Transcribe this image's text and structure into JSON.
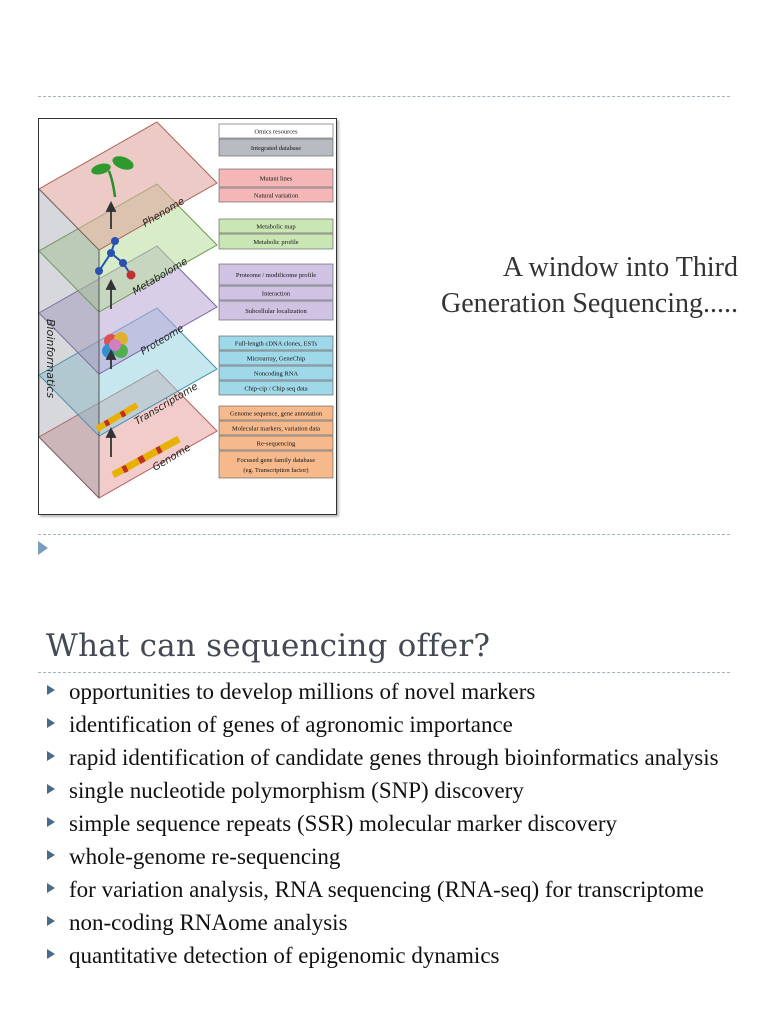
{
  "slide1": {
    "title_line1": "A window into Third",
    "title_line2": "Generation Sequencing.....",
    "figure": {
      "layers": [
        "Phenome",
        "Metabolome",
        "Proteome",
        "Transcriptome",
        "Genome"
      ],
      "side_label": "Bioinformatics",
      "legend": [
        {
          "label": "Omics resources",
          "color": "#ffffff"
        },
        {
          "label": "Integrated database",
          "color": "#b8bcc2"
        },
        {
          "label": "Mutant lines",
          "color": "#f4b6b6"
        },
        {
          "label": "Natural variation",
          "color": "#f4b6b6"
        },
        {
          "label": "Metabolic map",
          "color": "#cbe6b5"
        },
        {
          "label": "Metabolic profile",
          "color": "#cbe6b5"
        },
        {
          "label": "Proteome / modificome profile",
          "color": "#cfc2e2"
        },
        {
          "label": "Interaction",
          "color": "#cfc2e2"
        },
        {
          "label": "Subcellular localization",
          "color": "#cfc2e2"
        },
        {
          "label": "Full-length cDNA clones, ESTs",
          "color": "#9fd8e8"
        },
        {
          "label": "Microarray, GeneChip",
          "color": "#9fd8e8"
        },
        {
          "label": "Noncoding RNA",
          "color": "#9fd8e8"
        },
        {
          "label": "Chip-cip / Chip seq data",
          "color": "#9fd8e8"
        },
        {
          "label": "Genome sequence, gene annotation",
          "color": "#f6b98c"
        },
        {
          "label": "Molecular markers, variation data",
          "color": "#f6b98c"
        },
        {
          "label": "Re-sequencing",
          "color": "#f6b98c"
        },
        {
          "label": "Focused gene family database (eg. Transcription factor)",
          "color": "#f6b98c"
        }
      ]
    }
  },
  "slide2": {
    "heading": "What can sequencing offer?",
    "bullets": [
      "opportunities to develop millions of novel markers",
      "identification of genes of agronomic importance",
      "rapid identification of candidate genes through bioinformatics analysis",
      "single nucleotide polymorphism (SNP) discovery",
      "simple sequence repeats (SSR) molecular marker discovery",
      "whole-genome re-sequencing",
      "for variation analysis, RNA sequencing (RNA-seq) for transcriptome",
      "non-coding RNAome analysis",
      "quantitative detection of epigenomic dynamics"
    ]
  },
  "colors": {
    "accent": "#4a6a8a",
    "divider": "#9fb3c8",
    "heading": "#444a55"
  }
}
